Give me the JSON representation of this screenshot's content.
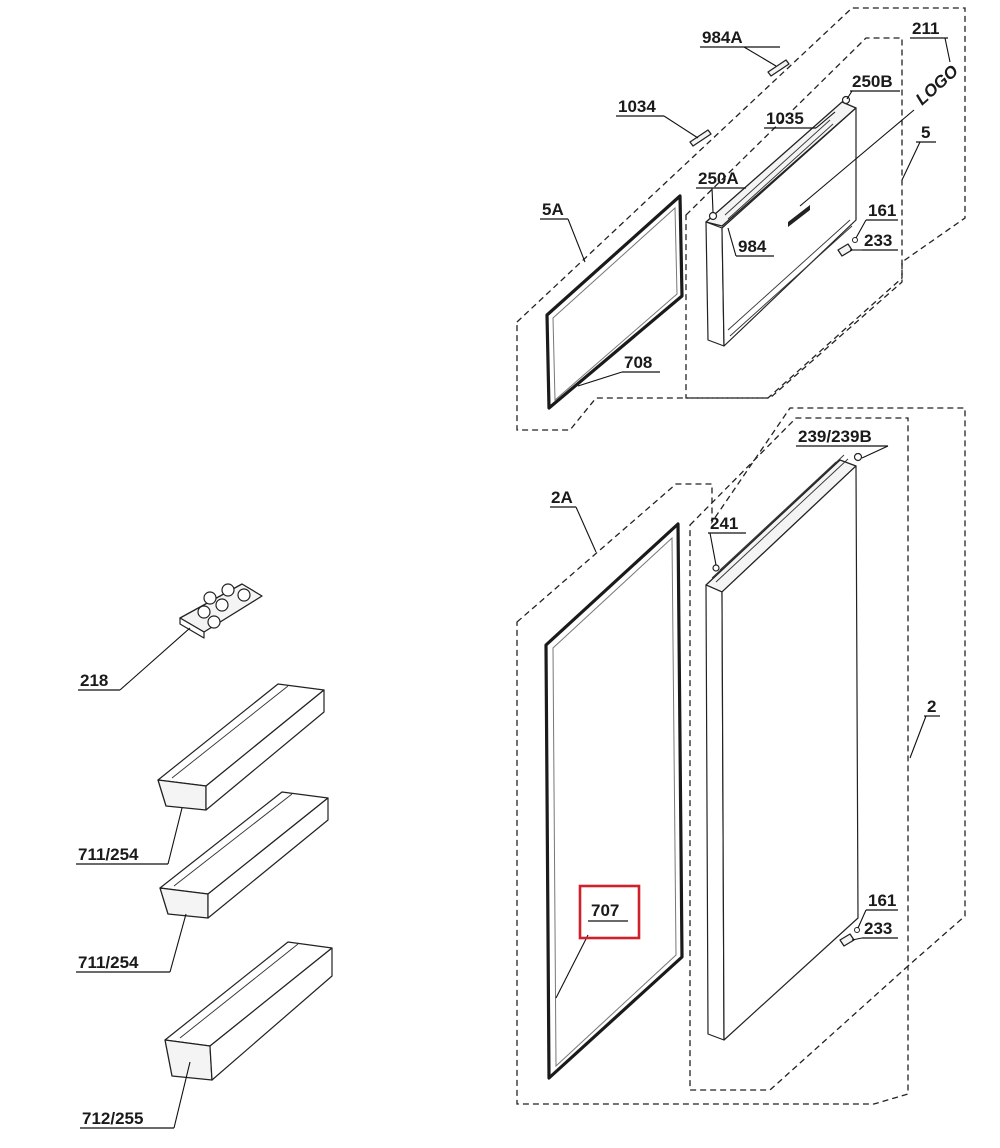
{
  "diagram": {
    "labels": {
      "l984A": "984A",
      "l211": "211",
      "l250B": "250B",
      "lLOGO": "LOGO",
      "l1034": "1034",
      "l1035": "1035",
      "l5": "5",
      "l5A": "5A",
      "l250A": "250A",
      "l161a": "161",
      "l984": "984",
      "l233a": "233",
      "l708": "708",
      "l239": "239/239B",
      "l2A": "2A",
      "l241": "241",
      "l218": "218",
      "l2": "2",
      "l711a": "711/254",
      "l707": "707",
      "l161b": "161",
      "l233b": "233",
      "l711b": "711/254",
      "l712": "712/255"
    },
    "highlighted_part": "707",
    "highlight_color": "#d0202a"
  }
}
